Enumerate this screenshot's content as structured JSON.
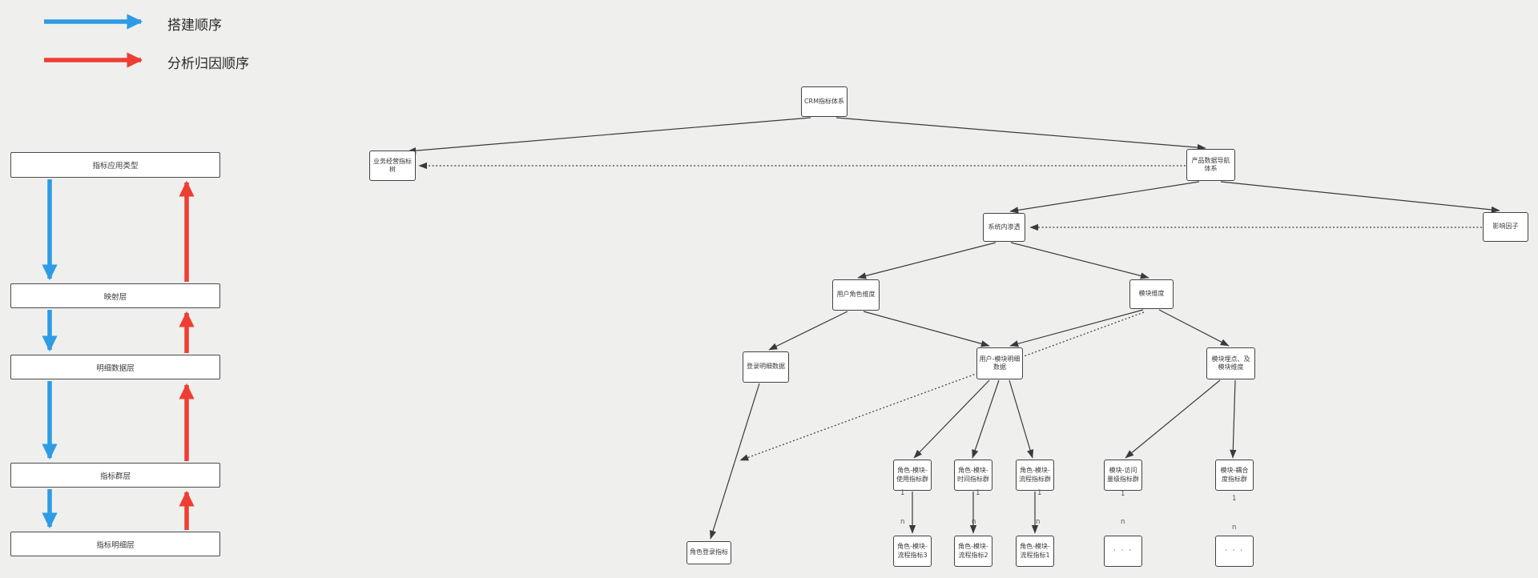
{
  "legend": {
    "items": [
      {
        "label": "搭建顺序"
      },
      {
        "label": "分析归因顺序"
      }
    ]
  },
  "colors": {
    "build_arrow": "#2e9ce4",
    "analysis_arrow": "#ee3e32",
    "edge": "#3a3a3a",
    "background": "#efefee",
    "node_fill": "#ffffff",
    "node_border": "#424242"
  },
  "left_flow": {
    "layers": [
      {
        "label": "指标应用类型"
      },
      {
        "label": "映射层"
      },
      {
        "label": "明细数据层"
      },
      {
        "label": "指标群层"
      },
      {
        "label": "指标明细层"
      }
    ]
  },
  "tree": {
    "nodes": {
      "root": "CRM指标体系",
      "business_tree": "业务经营指标树",
      "product_nav": "产品数据导航体系",
      "system_penetration": "系统内渗透",
      "impact_factor": "影响因子",
      "user_role_dim": "用户角色维度",
      "module_dim": "模块维度",
      "login_detail": "登录明细数据",
      "user_module_detail": "用户-模块明细数据",
      "module_meta": "模块埋点、及模块维度",
      "role_module_usage_group": "角色-模块-使用指标群",
      "role_module_time_group": "角色-模块-时间指标群",
      "role_module_process_group": "角色-模块-流程指标群",
      "module_visit_group": "模块-访问量级指标群",
      "module_coupling_group": "模块-耦合度指标群",
      "role_login_metric": "角色登录指标",
      "process_metric_3": "角色-模块-流程指标3",
      "process_metric_2": "角色-模块-流程指标2",
      "process_metric_1": "角色-模块-流程指标1",
      "ellipsis": "· · ·"
    }
  },
  "multiplicity": {
    "one": "1",
    "many": "n"
  }
}
